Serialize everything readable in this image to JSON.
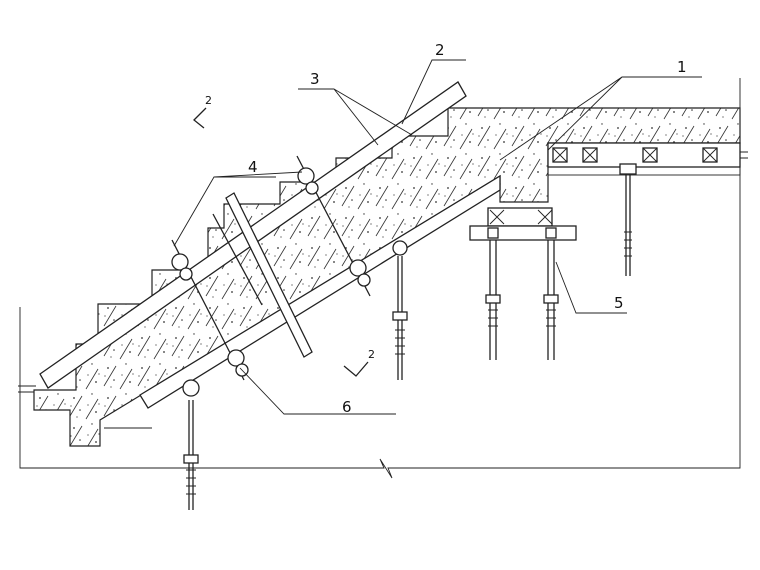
{
  "callouts": [
    {
      "key": "c1",
      "text": "1"
    },
    {
      "key": "c2",
      "text": "2"
    },
    {
      "key": "c3",
      "text": "3"
    },
    {
      "key": "c4",
      "text": "4"
    },
    {
      "key": "c5",
      "text": "5"
    },
    {
      "key": "c6",
      "text": "6"
    }
  ],
  "section_marks": [
    {
      "key": "s_top",
      "text": "2"
    },
    {
      "key": "s_bottom",
      "text": "2"
    }
  ]
}
